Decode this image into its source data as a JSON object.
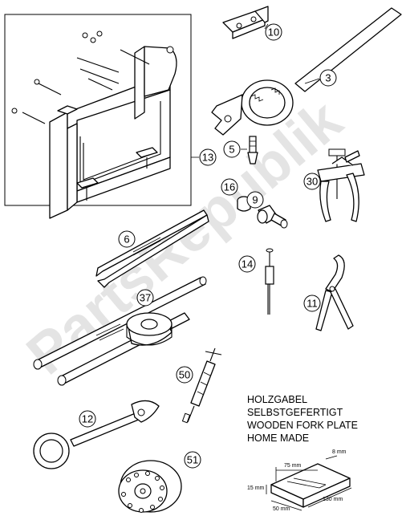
{
  "watermark": {
    "text": "PartsRepublik"
  },
  "callouts": {
    "c10": "10",
    "c3": "3",
    "c13": "13",
    "c5": "5",
    "c30": "30",
    "c16": "16",
    "c9": "9",
    "c6": "6",
    "c14": "14",
    "c37": "37",
    "c11": "11",
    "c50": "50",
    "c12": "12",
    "c51": "51"
  },
  "note": {
    "line1": "HOLZGABEL",
    "line2": "SELBSTGEFERTIGT",
    "line3": "WOODEN FORK PLATE",
    "line4": "HOME MADE"
  },
  "dimensions": {
    "length_top": "75 mm",
    "depth": "8 mm",
    "height": "15 mm",
    "width": "50 mm",
    "length_bottom": "130 mm"
  }
}
